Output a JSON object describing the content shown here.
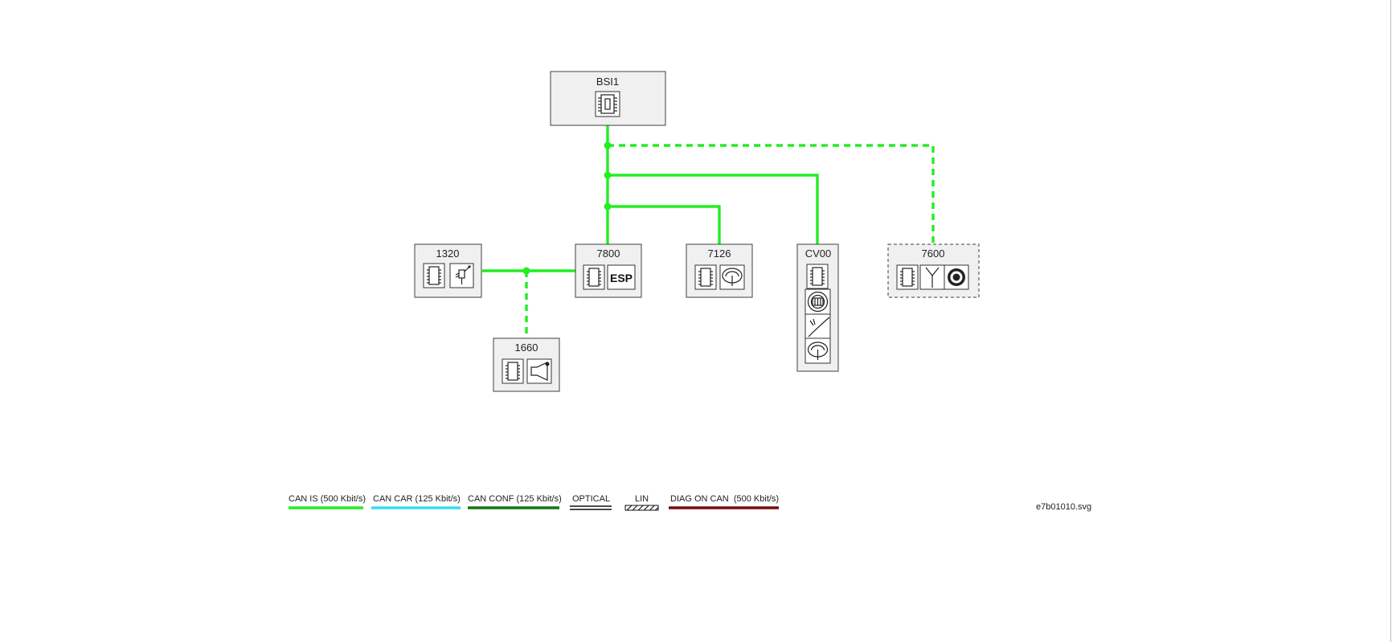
{
  "nodes": {
    "bsi1": "BSI1",
    "n1320": "1320",
    "n7800": "7800",
    "n7126": "7126",
    "cv00": "CV00",
    "n7600": "7600",
    "n1660": "1660"
  },
  "icon_text": {
    "esp": "ESP"
  },
  "legend": [
    {
      "label": "CAN IS (500 Kbit/s)",
      "color": "#22ee22",
      "style": "solid"
    },
    {
      "label": "CAN CAR (125 Kbit/s)",
      "color": "#33ddee",
      "style": "solid"
    },
    {
      "label": "CAN CONF (125 Kbit/s)",
      "color": "#117711",
      "style": "solid"
    },
    {
      "label": "OPTICAL",
      "color": "#111111",
      "style": "double"
    },
    {
      "label": "LIN",
      "color": "#111111",
      "style": "hatched"
    },
    {
      "label": "DIAG ON CAN  (500 Kbit/s)",
      "color": "#7a0c0c",
      "style": "solid"
    }
  ],
  "file_name": "e7b01010.svg",
  "colors": {
    "can_is": "#22ee22",
    "node_fill": "#f0f0f0",
    "node_border": "#404040"
  }
}
